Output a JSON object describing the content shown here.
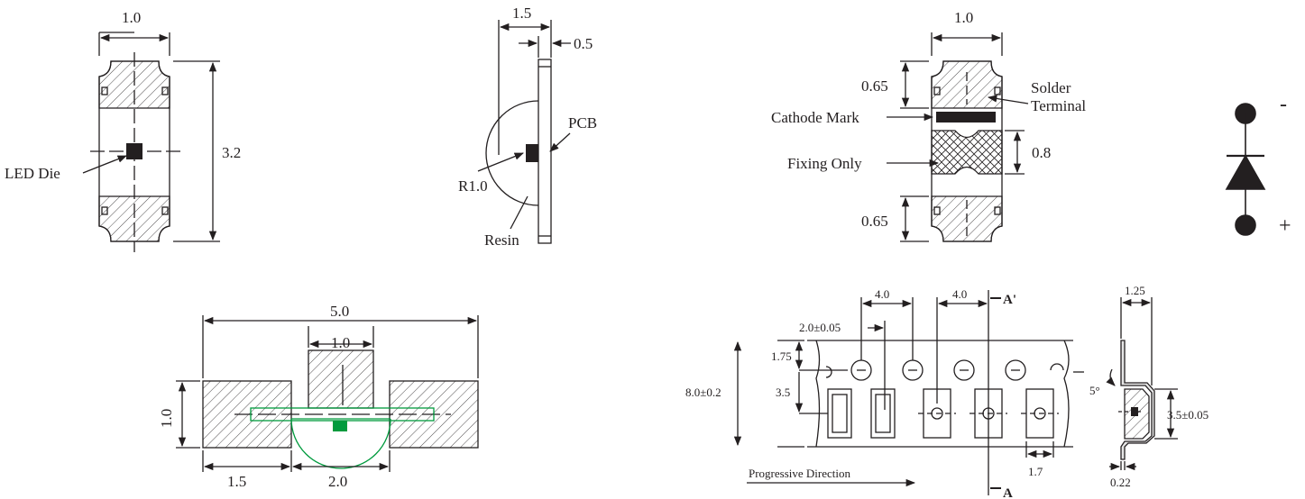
{
  "top_view": {
    "width": "1.0",
    "length": "3.2",
    "led_die": "LED Die"
  },
  "side_view": {
    "thickness": "1.5",
    "pcb_thickness": "0.5",
    "pcb": "PCB",
    "radius": "R1.0",
    "resin": "Resin"
  },
  "bottom_view": {
    "width": "1.0",
    "terminal_top": "0.65",
    "fixing_height": "0.8",
    "terminal_bottom": "0.65",
    "solder_terminal_1": "Solder",
    "solder_terminal_2": "Terminal",
    "cathode_mark": "Cathode Mark",
    "fixing_only": "Fixing Only"
  },
  "symbol": {
    "minus": "-",
    "plus": "+"
  },
  "land_pattern": {
    "total": "5.0",
    "pad_width": "1.0",
    "pad_height": "1.0",
    "pad_length": "1.5",
    "gap": "2.0"
  },
  "tape": {
    "pitch_1": "4.0",
    "pitch_2": "4.0",
    "hole_offset": "2.0±0.05",
    "sprocket_edge": "1.75",
    "pocket_offset": "3.5",
    "tape_width": "8.0±0.2",
    "pocket_width": "1.7",
    "direction": "Progressive Direction",
    "section_a_prime": "A'",
    "section_a": "A"
  },
  "section": {
    "top": "1.25",
    "angle": "5°",
    "pocket_depth": "3.5±0.05",
    "thickness": "0.22"
  },
  "colors": {
    "line": "#231f20",
    "accent": "#009a3d",
    "hatch": "#231f20"
  }
}
